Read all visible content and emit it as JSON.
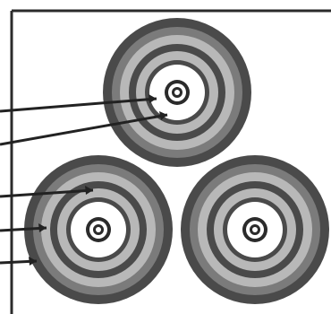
{
  "figure": {
    "colors": {
      "background": "#ffffff",
      "frame": "#2b2b2b",
      "ring_dark": "#4a4a4a",
      "ring_mid": "#7b7b7b",
      "ring_light": "#b8b8b8",
      "ring_white": "#ffffff",
      "line": "#222222"
    },
    "targets": [
      {
        "name": "top-target"
      },
      {
        "name": "bottom-left-target"
      },
      {
        "name": "bottom-right-target"
      }
    ],
    "pointer_lines": [
      {
        "name": "pointer-line-1"
      },
      {
        "name": "pointer-line-2"
      },
      {
        "name": "pointer-line-3"
      },
      {
        "name": "pointer-line-4"
      },
      {
        "name": "pointer-line-5"
      }
    ]
  }
}
